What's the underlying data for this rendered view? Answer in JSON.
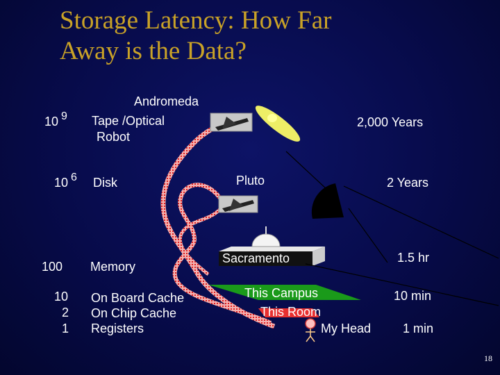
{
  "slide": {
    "title_line1": "Storage Latency:  How Far",
    "title_line2": "Away is the Data?",
    "page_number": "18"
  },
  "levels": {
    "tape": {
      "exp_base": "10",
      "exp_power": "9",
      "label_line1": "Tape /Optical",
      "label_line2": "Robot",
      "analogy": "Andromeda",
      "time": "2,000 Years"
    },
    "disk": {
      "exp_base": "10",
      "exp_power": "6",
      "label": "Disk",
      "analogy": "Pluto",
      "time": "2 Years"
    },
    "memory": {
      "cycles": "100",
      "label": "Memory",
      "analogy": "Sacramento",
      "time": "1.5 hr"
    },
    "board_cache": {
      "cycles": "10",
      "label": "On Board  Cache",
      "analogy": "This Campus",
      "time": "10 min"
    },
    "chip_cache": {
      "cycles": "2",
      "label": "On Chip Cache",
      "analogy": "This Room"
    },
    "registers": {
      "cycles": "1",
      "label": "Registers",
      "analogy": "My Head",
      "time": "1 min"
    }
  },
  "colors": {
    "background": "#070b4a",
    "title": "#c9a227",
    "moon": "#ffff33",
    "path_red": "#e83030",
    "campus_green": "#1a9a1a"
  }
}
